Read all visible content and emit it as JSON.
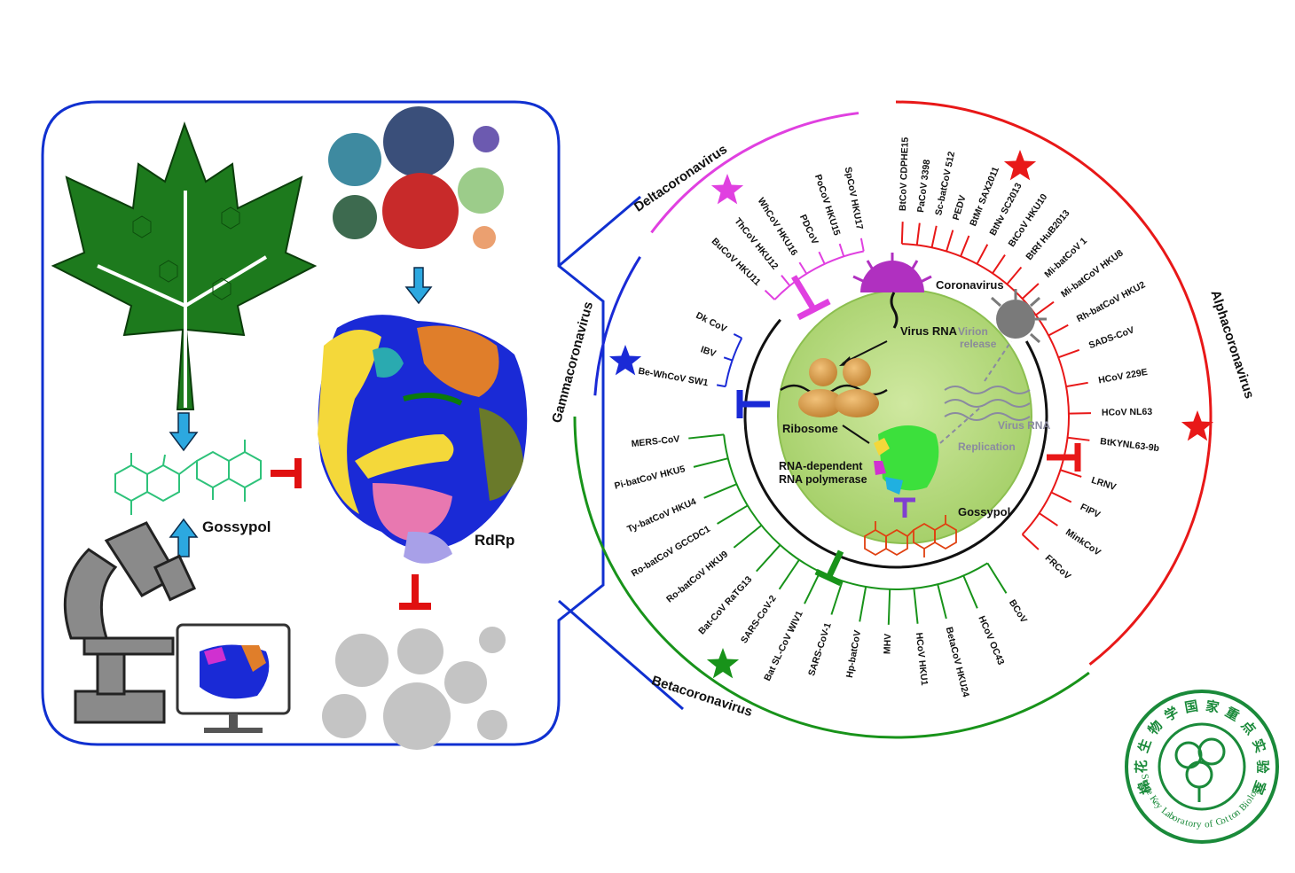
{
  "left_panel": {
    "gossypol_label": "Gossypol",
    "rdrp_label": "RdRp"
  },
  "tree": {
    "genera": [
      {
        "name": "Deltacoronavirus",
        "color": "#e040e0"
      },
      {
        "name": "Gammacoronavirus",
        "color": "#1a2ad6"
      },
      {
        "name": "Betacoronavirus",
        "color": "#18931a"
      },
      {
        "name": "Alphacoronavirus",
        "color": "#e81818"
      }
    ],
    "center": {
      "coronavirus": "Coronavirus",
      "virus_rna_top": "Virus RNA",
      "virion": "Virion",
      "release": "release",
      "ribosome": "Ribosome",
      "virus_rna_mid": "Virus RNA",
      "replication": "Replication",
      "rdrp_line1": "RNA-dependent",
      "rdrp_line2": "RNA polymerase",
      "gossypol": "Gossypol"
    },
    "leaves": [
      {
        "name": "BtCoV CDPHE15",
        "group": "alpha",
        "angle": -88
      },
      {
        "name": "PaCoV 3398",
        "group": "alpha",
        "angle": -83
      },
      {
        "name": "Sc-batCoV 512",
        "group": "alpha",
        "angle": -78
      },
      {
        "name": "PEDV",
        "group": "alpha",
        "angle": -73
      },
      {
        "name": "BtMr SAX2011",
        "group": "alpha",
        "angle": -68
      },
      {
        "name": "BtNv SC2013",
        "group": "alpha",
        "angle": -62
      },
      {
        "name": "BtCoV HKU10",
        "group": "alpha",
        "angle": -56
      },
      {
        "name": "BtRf HuB2013",
        "group": "alpha",
        "angle": -50
      },
      {
        "name": "Mi-batCoV 1",
        "group": "alpha",
        "angle": -43
      },
      {
        "name": "Mi-batCoV HKU8",
        "group": "alpha",
        "angle": -36
      },
      {
        "name": "Rh-batCoV HKU2",
        "group": "alpha",
        "angle": -28
      },
      {
        "name": "SADS-CoV",
        "group": "alpha",
        "angle": -20
      },
      {
        "name": "HCoV 229E",
        "group": "alpha",
        "angle": -10
      },
      {
        "name": "HCoV NL63",
        "group": "alpha",
        "angle": -1
      },
      {
        "name": "BtKYNL63-9b",
        "group": "alpha",
        "angle": 7
      },
      {
        "name": "LRNV",
        "group": "alpha",
        "angle": 18
      },
      {
        "name": "FIPV",
        "group": "alpha",
        "angle": 26
      },
      {
        "name": "MinkCoV",
        "group": "alpha",
        "angle": 34
      },
      {
        "name": "FRCoV",
        "group": "alpha",
        "angle": 43
      },
      {
        "name": "BCoV",
        "group": "beta",
        "angle": 58
      },
      {
        "name": "HCoV OC43",
        "group": "beta",
        "angle": 67
      },
      {
        "name": "BetaCoV HKU24",
        "group": "beta",
        "angle": 76
      },
      {
        "name": "HCoV HKU1",
        "group": "beta",
        "angle": 84
      },
      {
        "name": "MHV",
        "group": "beta",
        "angle": 92
      },
      {
        "name": "Hp-batCoV",
        "group": "beta",
        "angle": 100
      },
      {
        "name": "SARS-CoV-1",
        "group": "beta",
        "angle": 108
      },
      {
        "name": "Bat SL-CoV WIV1",
        "group": "beta",
        "angle": 116
      },
      {
        "name": "SARS-CoV-2",
        "group": "beta",
        "angle": 124
      },
      {
        "name": "Bat-CoV RaTG13",
        "group": "beta",
        "angle": 132
      },
      {
        "name": "Ro-batCoV HKU9",
        "group": "beta",
        "angle": 141
      },
      {
        "name": "Ro-batCoV GCCDC1",
        "group": "beta",
        "angle": 149
      },
      {
        "name": "Ty-batCoV HKU4",
        "group": "beta",
        "angle": 157
      },
      {
        "name": "Pi-batCoV HKU5",
        "group": "beta",
        "angle": 166
      },
      {
        "name": "MERS-CoV",
        "group": "beta",
        "angle": 174
      },
      {
        "name": "Be-WhCoV SW1",
        "group": "gamma",
        "angle": 190
      },
      {
        "name": "IBV",
        "group": "gamma",
        "angle": 199
      },
      {
        "name": "Dk CoV",
        "group": "gamma",
        "angle": 207
      },
      {
        "name": "BuCoV HKU11",
        "group": "delta",
        "angle": 224
      },
      {
        "name": "ThCoV HKU12",
        "group": "delta",
        "angle": 231
      },
      {
        "name": "WhCoV HKU16",
        "group": "delta",
        "angle": 238
      },
      {
        "name": "PDCoV",
        "group": "delta",
        "angle": 245
      },
      {
        "name": "PoCoV HKU15",
        "group": "delta",
        "angle": 252
      },
      {
        "name": "SpCoV HKU17",
        "group": "delta",
        "angle": 259
      }
    ]
  },
  "logo": {
    "chinese": "棉花生物学国家重点实验室",
    "english": "State Key Laboratory of Cotton Biology",
    "color": "#1a8a3a"
  }
}
